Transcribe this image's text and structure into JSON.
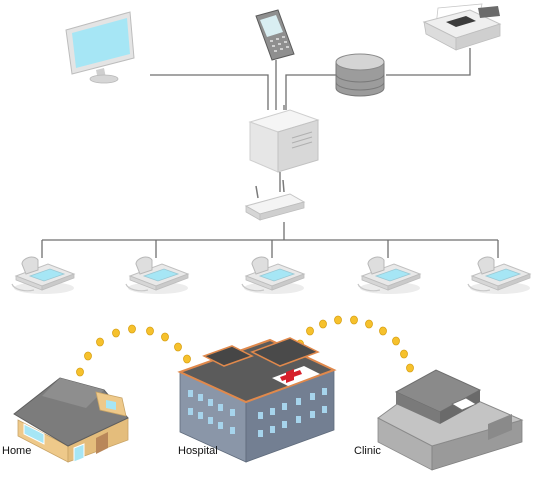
{
  "labels": {
    "home": "Home",
    "hospital": "Hospital",
    "clinic": "Clinic"
  },
  "colors": {
    "line": "#6f6f6f",
    "device_light": "#f2f2f2",
    "device_mid": "#d8d8d8",
    "device_dark": "#7a7a7a",
    "screen": "#a6e6f5",
    "coin": "#f6c12c",
    "roof_gray": "#7c7c7c",
    "house_wall": "#eec98a",
    "hospital_wall": "#8a96a8",
    "hospital_roof_edge": "#e0894c",
    "cross": "#d6202b",
    "clinic_gray": "#9a9a9a"
  },
  "icons": [
    "monitor-icon",
    "mobile-phone-icon",
    "printer-icon",
    "database-icon",
    "server-icon",
    "router-icon",
    "medical-device-icon",
    "house-icon",
    "hospital-icon",
    "clinic-icon",
    "coin-icon"
  ]
}
